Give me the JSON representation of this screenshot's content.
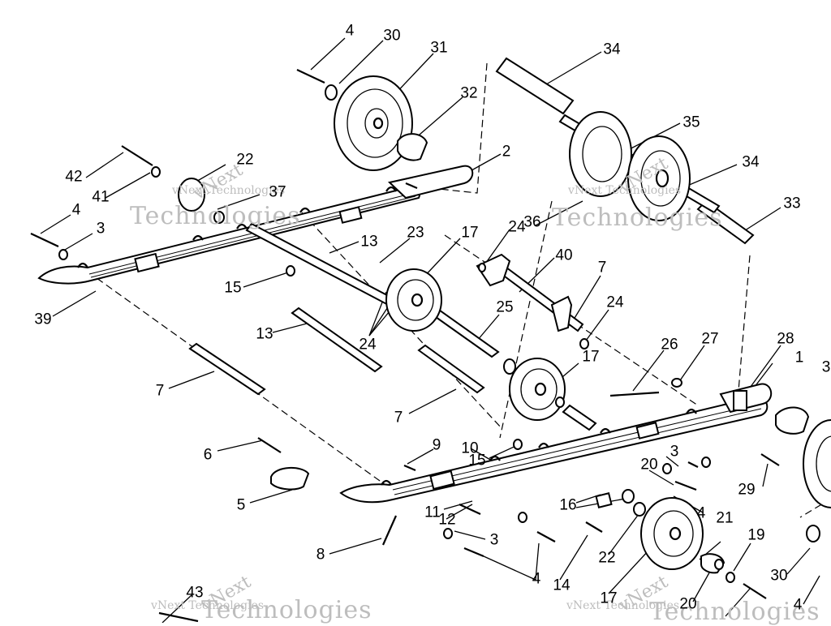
{
  "watermarks": [
    {
      "id": "wm-1-small",
      "text": "vNext Technologies"
    },
    {
      "id": "wm-1-big",
      "text": "Technologies"
    },
    {
      "id": "wm-1-rot",
      "text": "vNext"
    },
    {
      "id": "wm-2-small",
      "text": "vNext Technologies"
    },
    {
      "id": "wm-2-big",
      "text": "Technologies"
    },
    {
      "id": "wm-2-rot",
      "text": "vNext"
    },
    {
      "id": "wm-3-small",
      "text": "vNext Technologies"
    },
    {
      "id": "wm-3-big",
      "text": "Technologies"
    },
    {
      "id": "wm-3-rot",
      "text": "vNext"
    },
    {
      "id": "wm-4-small",
      "text": "vNext Technologies"
    },
    {
      "id": "wm-4-big",
      "text": "Technologies"
    },
    {
      "id": "wm-4-rot",
      "text": "vNext"
    }
  ],
  "callouts": [
    {
      "id": "c-4a",
      "text": "4"
    },
    {
      "id": "c-30a",
      "text": "30"
    },
    {
      "id": "c-31",
      "text": "31"
    },
    {
      "id": "c-34a",
      "text": "34"
    },
    {
      "id": "c-32",
      "text": "32"
    },
    {
      "id": "c-35",
      "text": "35"
    },
    {
      "id": "c-22a",
      "text": "22"
    },
    {
      "id": "c-2",
      "text": "2"
    },
    {
      "id": "c-42",
      "text": "42"
    },
    {
      "id": "c-37",
      "text": "37"
    },
    {
      "id": "c-34b",
      "text": "34"
    },
    {
      "id": "c-41",
      "text": "41"
    },
    {
      "id": "c-4b",
      "text": "4"
    },
    {
      "id": "c-3a",
      "text": "3"
    },
    {
      "id": "c-33",
      "text": "33"
    },
    {
      "id": "c-24a",
      "text": "24"
    },
    {
      "id": "c-36",
      "text": "36"
    },
    {
      "id": "c-23",
      "text": "23"
    },
    {
      "id": "c-17a",
      "text": "17"
    },
    {
      "id": "c-13a",
      "text": "13"
    },
    {
      "id": "c-40",
      "text": "40"
    },
    {
      "id": "c-7a",
      "text": "7"
    },
    {
      "id": "c-15a",
      "text": "15"
    },
    {
      "id": "c-39",
      "text": "39"
    },
    {
      "id": "c-24b",
      "text": "24"
    },
    {
      "id": "c-25",
      "text": "25"
    },
    {
      "id": "c-13b",
      "text": "13"
    },
    {
      "id": "c-24c",
      "text": "24"
    },
    {
      "id": "c-17b",
      "text": "17"
    },
    {
      "id": "c-26",
      "text": "26"
    },
    {
      "id": "c-27",
      "text": "27"
    },
    {
      "id": "c-28",
      "text": "28"
    },
    {
      "id": "c-1",
      "text": "1"
    },
    {
      "id": "c-3b",
      "text": "3"
    },
    {
      "id": "c-7b",
      "text": "7"
    },
    {
      "id": "c-7c",
      "text": "7"
    },
    {
      "id": "c-9",
      "text": "9"
    },
    {
      "id": "c-10",
      "text": "10"
    },
    {
      "id": "c-6",
      "text": "6"
    },
    {
      "id": "c-15b",
      "text": "15"
    },
    {
      "id": "c-3c",
      "text": "3"
    },
    {
      "id": "c-20a",
      "text": "20"
    },
    {
      "id": "c-29",
      "text": "29"
    },
    {
      "id": "c-5",
      "text": "5"
    },
    {
      "id": "c-11",
      "text": "11"
    },
    {
      "id": "c-12",
      "text": "12"
    },
    {
      "id": "c-16",
      "text": "16"
    },
    {
      "id": "c-4c",
      "text": "4"
    },
    {
      "id": "c-21",
      "text": "21"
    },
    {
      "id": "c-19",
      "text": "19"
    },
    {
      "id": "c-3d",
      "text": "3"
    },
    {
      "id": "c-8",
      "text": "8"
    },
    {
      "id": "c-22b",
      "text": "22"
    },
    {
      "id": "c-30b",
      "text": "30"
    },
    {
      "id": "c-4d",
      "text": "4"
    },
    {
      "id": "c-14",
      "text": "14"
    },
    {
      "id": "c-17c",
      "text": "17"
    },
    {
      "id": "c-20b",
      "text": "20"
    },
    {
      "id": "c-4e",
      "text": "4"
    },
    {
      "id": "c-43",
      "text": "43"
    }
  ]
}
